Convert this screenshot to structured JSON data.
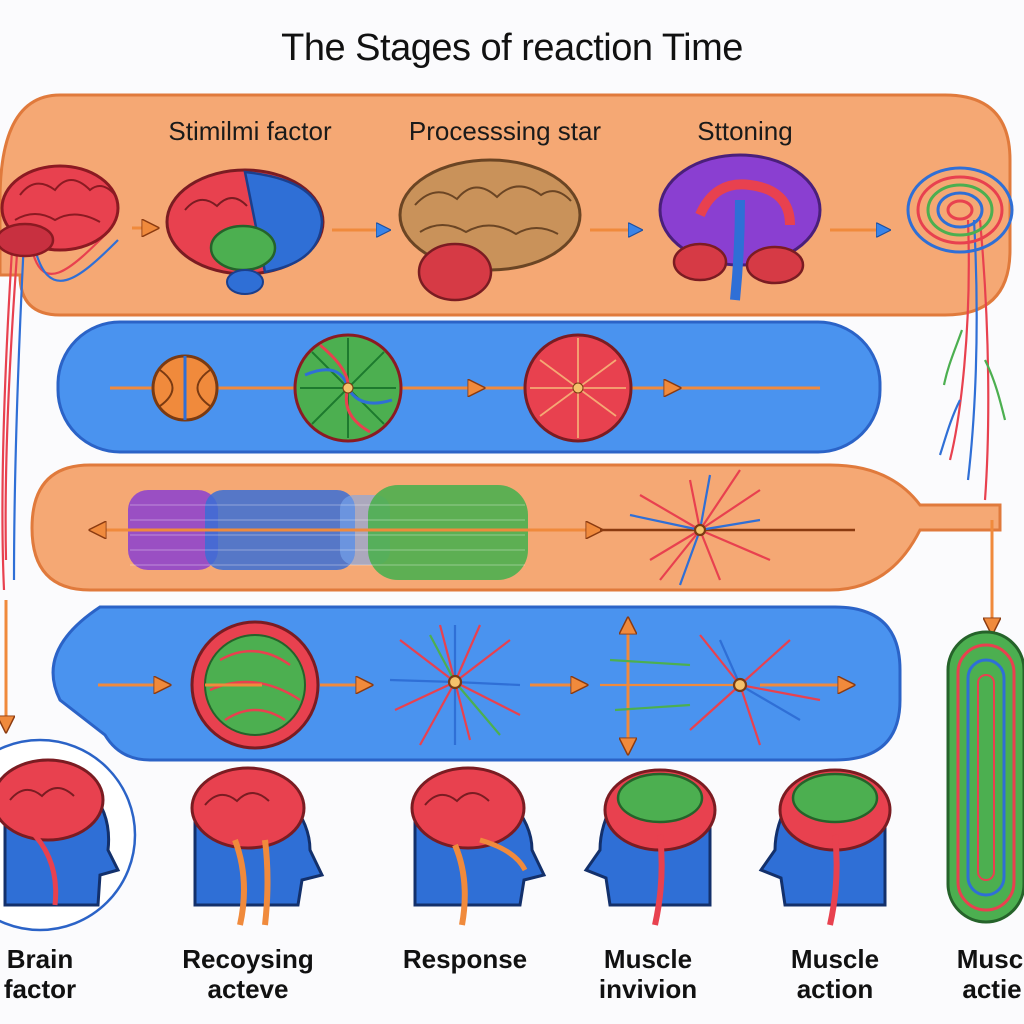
{
  "title": "The Stages of reaction Time",
  "top_band": {
    "labels": [
      "Stimilmi  factor",
      "Processsing star",
      "Sttoning"
    ]
  },
  "bottom_captions": [
    {
      "line1": "Brain",
      "line2": "factor"
    },
    {
      "line1": "Recoysing",
      "line2": "acteve"
    },
    {
      "line1": "Response",
      "line2": ""
    },
    {
      "line1": "Muscle",
      "line2": "invivion"
    },
    {
      "line1": "Muscle",
      "line2": "action"
    },
    {
      "line1": "Musc",
      "line2": "actie"
    }
  ],
  "colors": {
    "orange_band": "#f5a874",
    "orange_border": "#e07a3c",
    "blue_band": "#4a93ef",
    "blue_border": "#2b63c7",
    "brain_red": "#e8414f",
    "brain_blue": "#2f6fd6",
    "brain_green": "#4caf50",
    "brain_purple": "#8a3fd1",
    "brain_tan": "#c9925a",
    "arrow_orange": "#f08a3c"
  },
  "icons": [
    "brain-icon",
    "neuron-icon",
    "head-icon",
    "arrow-icon",
    "muscle-icon"
  ]
}
